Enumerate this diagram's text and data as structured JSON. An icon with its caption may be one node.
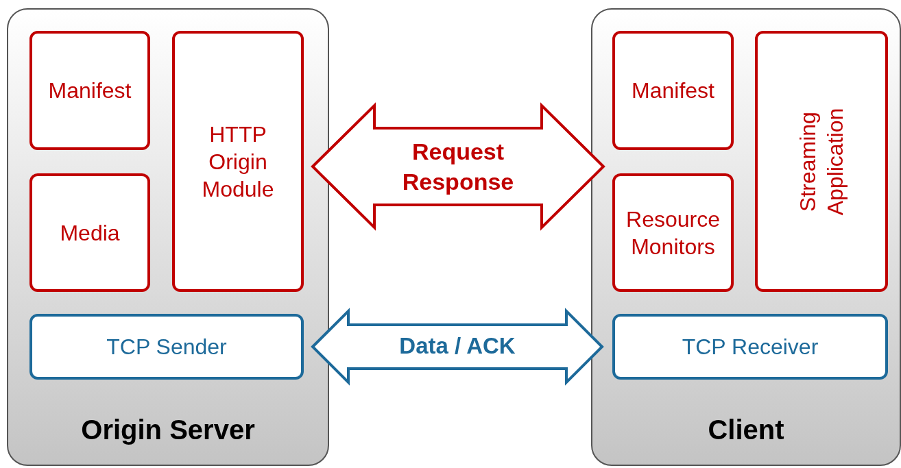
{
  "diagram": {
    "nodes": [
      {
        "text": [
          "Origin Server"
        ]
      },
      {
        "text": [
          "Manifest"
        ],
        "in": 0
      },
      {
        "text": [
          "HTTP Origin Module"
        ],
        "in": 0
      },
      {
        "text": [
          "Media"
        ],
        "in": 0
      },
      {
        "text": [
          "TCP Sender"
        ],
        "in": 0
      },
      {
        "text": [
          "Client"
        ]
      },
      {
        "text": [
          "Manifest"
        ],
        "in": 5
      },
      {
        "text": [
          "Streaming Application"
        ],
        "in": 5
      },
      {
        "text": [
          "Resource Monitors"
        ],
        "in": 5
      },
      {
        "text": [
          "TCP Receiver"
        ],
        "in": 5
      }
    ],
    "edges": [
      {
        "from": 2,
        "to": 5,
        "arrow": "both",
        "label": "Request Response",
        "style": "thick",
        "color": "#c00000"
      },
      {
        "from": 4,
        "to": 9,
        "arrow": "both",
        "label": "Data / ACK",
        "style": "thick",
        "color": "#1d6a9a"
      }
    ]
  }
}
